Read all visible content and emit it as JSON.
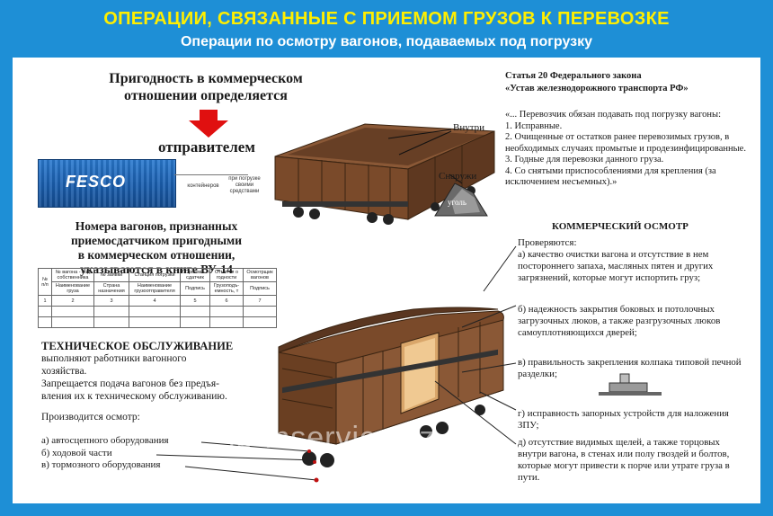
{
  "header": {
    "title": "ОПЕРАЦИИ, СВЯЗАННЫЕ С ПРИЕМОМ ГРУЗОВ К ПЕРЕВОЗКЕ",
    "subtitle": "Операции по осмотру вагонов, подаваемых под погрузку"
  },
  "suitability": {
    "line1": "Пригодность в коммерческом",
    "line2": "отношении определяется",
    "sender": "отправителем"
  },
  "container": {
    "logo": "FESCO",
    "label_container": "контейнеров",
    "label_own_line1": "при погрузке",
    "label_own_line2": "своими",
    "label_own_line3": "средствами"
  },
  "numbers": {
    "line1": "Номера вагонов, признанных",
    "line2": "приемосдатчиком пригодными",
    "line3": "в коммерческом отношении,",
    "line4": "указываются в книге ВУ-14"
  },
  "table": {
    "h1": "№ п/п",
    "h2a": "№ вагона - под собственника",
    "h3a": "№ заявки",
    "h4a": "Станция погрузки",
    "h5a": "Приемо-сдатчик",
    "h6a": "Отметки о годности",
    "h7a": "Осмотрщик вагонов",
    "h2b": "Наименование груза",
    "h3b": "Страна назначения",
    "h4b": "Наименование грузоотправителя",
    "h5b": "Подпись",
    "h6b": "Грузоподъ-емность, т",
    "h7b": "Подпись",
    "n1": "1",
    "n2": "2",
    "n3": "3",
    "n4": "4",
    "n5": "5",
    "n6": "6",
    "n7": "7"
  },
  "tech": {
    "title": "ТЕХНИЧЕСКОЕ ОБСЛУЖИВАНИЕ",
    "line1": "выполняют работники вагонного",
    "line2": "хозяйства.",
    "line3": "Запрещается подача вагонов без предъя-",
    "line4": "вления их к техническому обслуживанию."
  },
  "inspection": {
    "title": "Производится осмотр:",
    "a": "а) автосцепного оборудования",
    "b": "б) ходовой части",
    "c": "в) тормозного оборудования"
  },
  "wagon_labels": {
    "inside": "Внутри",
    "outside": "Снаружи",
    "coal": "уголь"
  },
  "article": {
    "line1": "Статья 20 Федерального закона",
    "line2": "«Устав железнодорожного транспорта РФ»"
  },
  "duty": {
    "line1": "«... Перевозчик обязан  подавать под погрузку вагоны:",
    "line2": "1. Исправные.",
    "line3": "2. Очищенные от остатков ранее перевозимых грузов, в необходимых случаях промытые и продезинфицированные.",
    "line4": "3. Годные для перевозки данного груза.",
    "line5": "4. Со снятыми приспособлениями для крепления (за исключением несъемных).»"
  },
  "commercial": {
    "title": "КОММЕРЧЕСКИЙ ОСМОТР",
    "check": "Проверяются:",
    "a": "а) качество очистки вагона и отсутствие в нем постороннего запаха, масляных пятен и других загрязнений, которые могут испортить груз;",
    "b": "б) надежность закрытия боковых и потолочных загрузочных люков, а также разгрузочных люков самоуплотняющихся дверей;",
    "c": "в) правильность закрепления колпака типовой печной разделки;",
    "d": "г) исправность запорных устройств для наложения ЗПУ;",
    "e": "д) отсутствие видимых щелей, а также торцовых внутри вагона,  в стенах или полу гвоздей и болтов,  которые могут привести к порче или утрате груза в пути."
  },
  "watermark": "ip-inservice.kz",
  "colors": {
    "background": "#1e8fd6",
    "title": "#ffee00",
    "wagon": "#7a4a2a",
    "arrow": "#e01010"
  }
}
